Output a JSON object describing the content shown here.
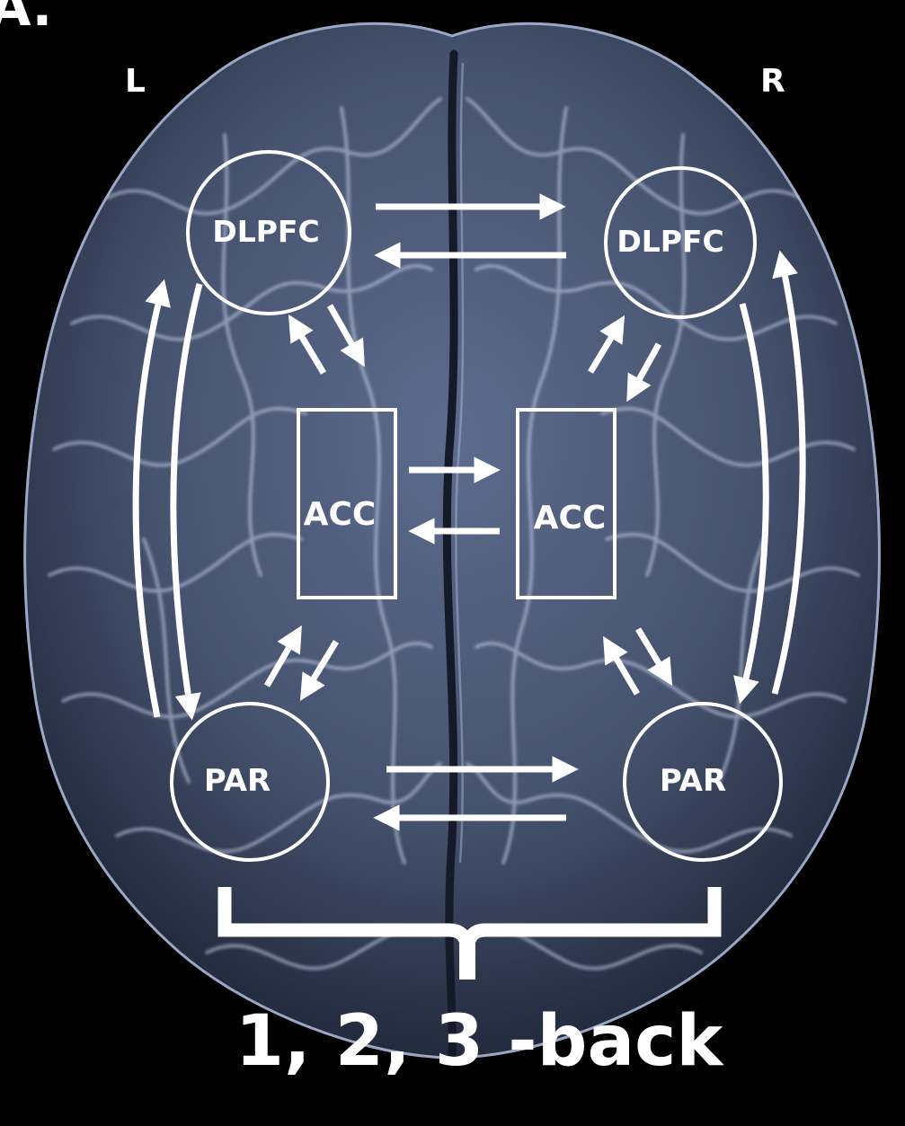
{
  "panel_label": "A.",
  "hemispheres": {
    "left": "L",
    "right": "R"
  },
  "regions": {
    "dlpfc_left": "DLPFC",
    "dlpfc_right": "DLPFC",
    "acc_left": "ACC",
    "acc_right": "ACC",
    "par_left": "PAR",
    "par_right": "PAR"
  },
  "task_label": "1, 2, 3 -back",
  "colors": {
    "background": "#000000",
    "brain_fill": "#4a5878",
    "brain_highlight": "#c9d3ea",
    "annotation": "#ffffff"
  },
  "icons": {
    "brain": "brain-illustration",
    "connection": "arrow"
  }
}
